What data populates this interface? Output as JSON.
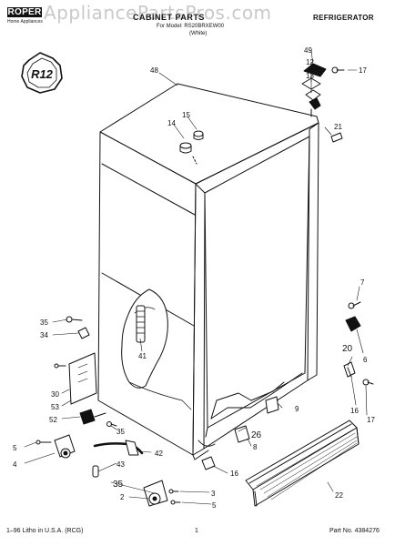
{
  "header": {
    "brand": "ROPER",
    "brand_sub": "Home Appliances",
    "watermark": "AppliancePartsPros.com",
    "title": "CABINET PARTS",
    "model": "For Model: RS20BRXEW00",
    "color": "(White)",
    "category": "REFRIGERATOR"
  },
  "badge": "R12",
  "callouts": {
    "c1": "49",
    "c2": "12",
    "c3": "13",
    "c4": "17",
    "c5": "48",
    "c6": "21",
    "c7": "14",
    "c8": "15",
    "c9": "7",
    "c10": "35",
    "c11": "34",
    "c12": "41",
    "c13": "6",
    "c14": "20",
    "c15": "30",
    "c16": "53",
    "c17": "16",
    "c18": "52",
    "c19": "17",
    "c20": "35",
    "c21": "9",
    "c22": "26",
    "c23": "5",
    "c24": "42",
    "c25": "8",
    "c26": "4",
    "c27": "43",
    "c28": "16",
    "c29": "35",
    "c30": "2",
    "c31": "3",
    "c32": "5",
    "c33": "22"
  },
  "footer": {
    "left": "1–96 Litho in U.S.A. (RCG)",
    "page": "1",
    "part": "Part No. 4384276"
  },
  "colors": {
    "ink": "#111111",
    "watermark": "#c9c9c9",
    "paper": "#ffffff"
  }
}
